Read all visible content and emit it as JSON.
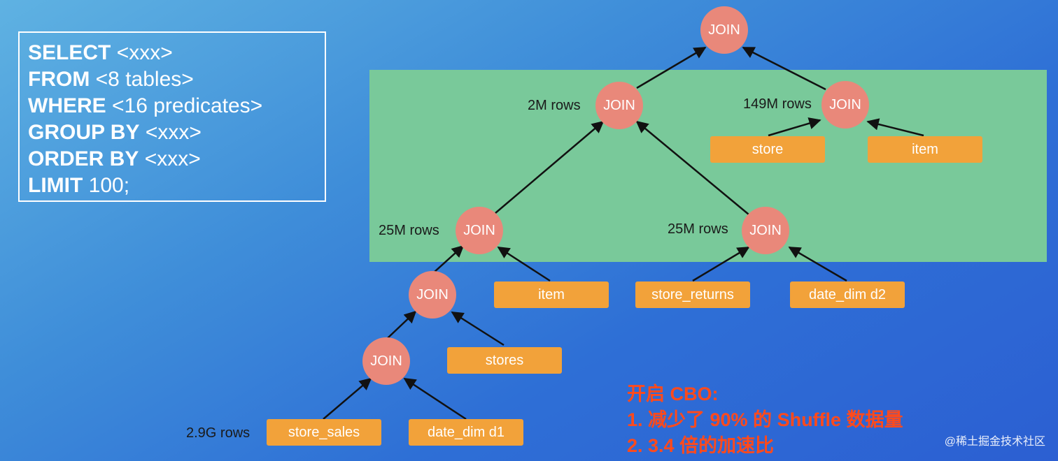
{
  "sql": [
    {
      "keyword": "SELECT",
      "rest": " <xxx>"
    },
    {
      "keyword": "FROM",
      "rest": " <8 tables>"
    },
    {
      "keyword": "WHERE",
      "rest": " <16 predicates>"
    },
    {
      "keyword": "GROUP BY",
      "rest": " <xxx>"
    },
    {
      "keyword": "ORDER BY",
      "rest": " <xxx>"
    },
    {
      "keyword": "LIMIT",
      "rest": " 100;"
    }
  ],
  "diagram": {
    "join_label": "JOIN",
    "tables": {
      "store": "store",
      "item_top": "item",
      "item_mid": "item",
      "store_returns": "store_returns",
      "date_dim_d2": "date_dim d2",
      "stores": "stores",
      "store_sales": "store_sales",
      "date_dim_d1": "date_dim d1"
    },
    "row_labels": {
      "rows_2m": "2M rows",
      "rows_149m": "149M rows",
      "rows_25m_left": "25M rows",
      "rows_25m_right": "25M rows",
      "rows_2_9g": "2.9G rows"
    }
  },
  "cbo": {
    "title": "开启 CBO:",
    "item1": "1.   减少了 90% 的 Shuffle 数据量",
    "item2": "2.  3.4 倍的加速比"
  },
  "watermark": "@稀土掘金技术社区",
  "colors": {
    "join_node": "#e9887a",
    "table_box": "#f2a23a",
    "highlight_panel": "#79c99a",
    "cbo_text": "#ff4a1c"
  }
}
